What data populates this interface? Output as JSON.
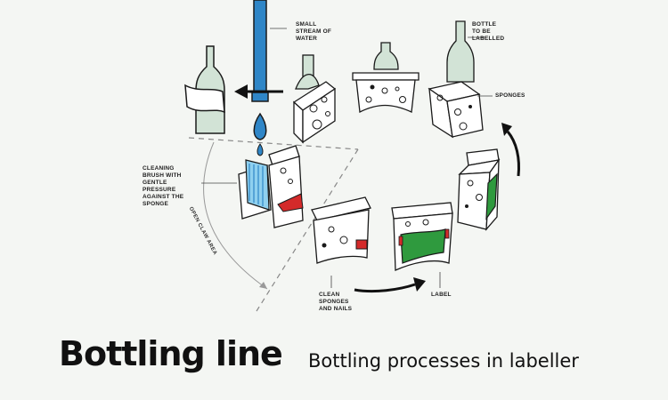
{
  "title": "Bottling line",
  "subtitle": "Bottling processes in labeller",
  "labels": {
    "water": "SMALL\nSTREAM OF\nWATER",
    "bottle": "BOTTLE\nTO BE\nLABELLED",
    "sponges": "SPONGES",
    "brush": "CLEANING\nBRUSH WITH\nGENTLE\nPRESSURE\nAGAINST THE\nSPONGE",
    "open_claw": "OPEN CLAW AREA",
    "clean": "CLEAN\nSPONGES\nAND NAILS",
    "label": "LABEL"
  },
  "colors": {
    "water": "#2f86c7",
    "bottle": "#d2e3d6",
    "label_green": "#2f9a3e",
    "nail_red": "#d42a2a",
    "outline": "#222222"
  }
}
